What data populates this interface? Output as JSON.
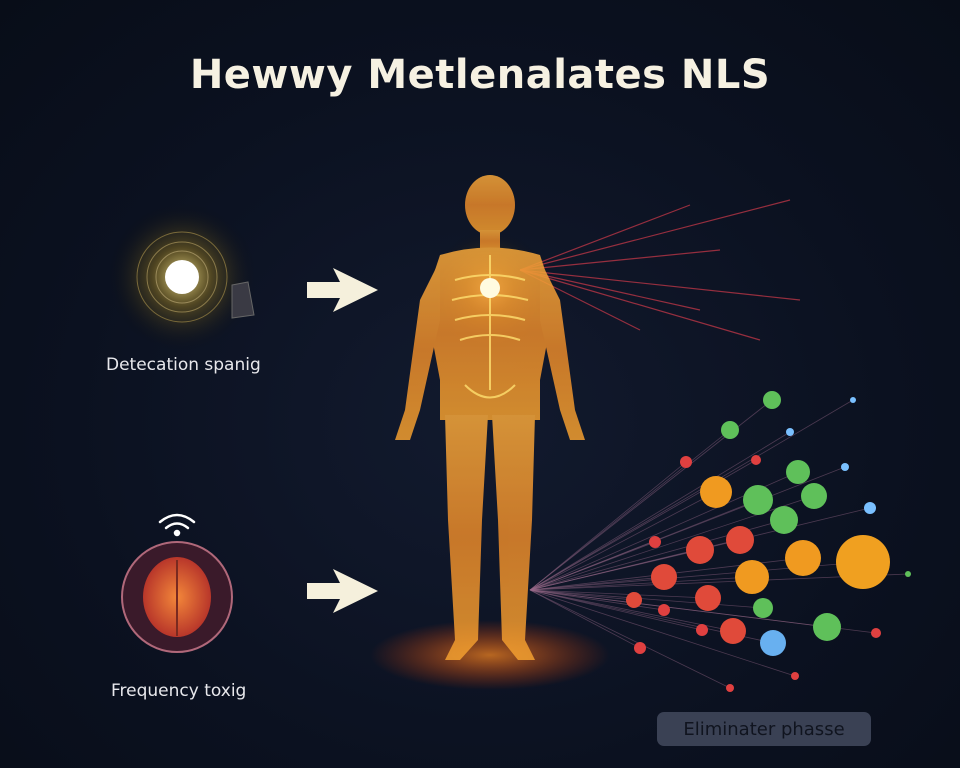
{
  "title": "Hewwy Metlenalates NLS",
  "steps": [
    {
      "label": "Detecation spanig",
      "icon": "scanner"
    },
    {
      "label": "Frequency toxig",
      "icon": "brain"
    }
  ],
  "phase_label": "Eliminater phasse",
  "colors": {
    "background": "#0b1120",
    "body": "#f39a2a",
    "title": "#f6f1e2"
  }
}
